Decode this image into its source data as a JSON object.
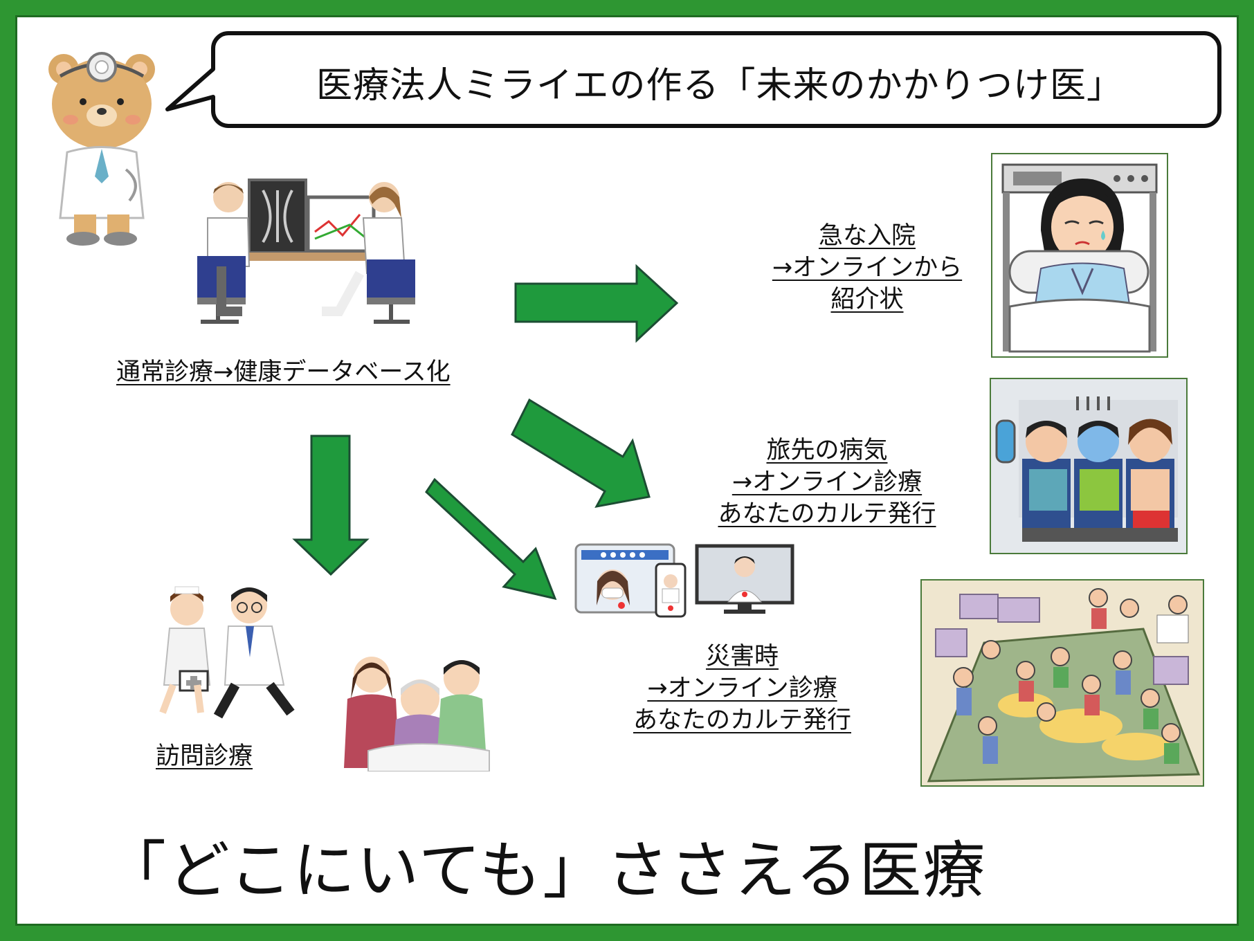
{
  "header": {
    "title": "医療法人ミライエの作る「未来のかかりつけ医」"
  },
  "labels": {
    "regular": "通常診療→健康データベース化",
    "hospital": [
      "急な入院",
      "→オンラインから",
      "紹介状"
    ],
    "travel": [
      "旅先の病気",
      "→オンライン診療",
      "あなたのカルテ発行"
    ],
    "disaster": [
      "災害時",
      "→オンライン診療",
      "あなたのカルテ発行"
    ],
    "home": "訪問診療"
  },
  "footer": {
    "slogan": "「どこにいても」ささえる医療"
  },
  "colors": {
    "frame": "#2e9632",
    "arrow": "#1f9a3d",
    "arrow_outline": "#1c4d33"
  },
  "icons": [
    "bear-doctor-icon",
    "doctors-at-computer-icon",
    "hospitalized-patient-icon",
    "airplane-passengers-icon",
    "evacuation-shelter-icon",
    "online-consult-devices-icon",
    "nurse-doctor-visit-icon",
    "family-care-icon"
  ]
}
